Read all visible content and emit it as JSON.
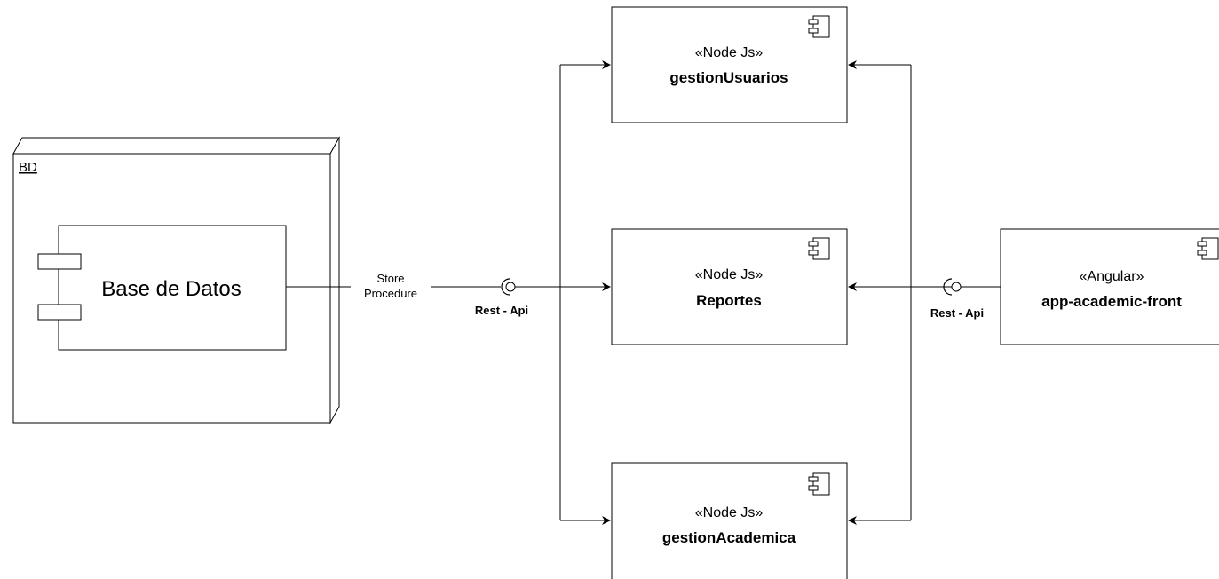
{
  "diagram": {
    "node_bd": {
      "label": "BD"
    },
    "database_component": {
      "label": "Base de Datos"
    },
    "components": {
      "gestion_usuarios": {
        "stereotype": "«Node Js»",
        "name": "gestionUsuarios"
      },
      "reportes": {
        "stereotype": "«Node Js»",
        "name": "Reportes"
      },
      "gestion_academica": {
        "stereotype": "«Node Js»",
        "name": "gestionAcademica"
      },
      "app_front": {
        "stereotype": "«Angular»",
        "name": "app-academic-front"
      }
    },
    "connections": {
      "store_procedure": {
        "line1": "Store",
        "line2": "Procedure"
      },
      "rest_api_left": {
        "label": "Rest - Api"
      },
      "rest_api_right": {
        "label": "Rest - Api"
      }
    },
    "colors": {
      "stroke": "#000000",
      "fill": "#ffffff"
    }
  }
}
